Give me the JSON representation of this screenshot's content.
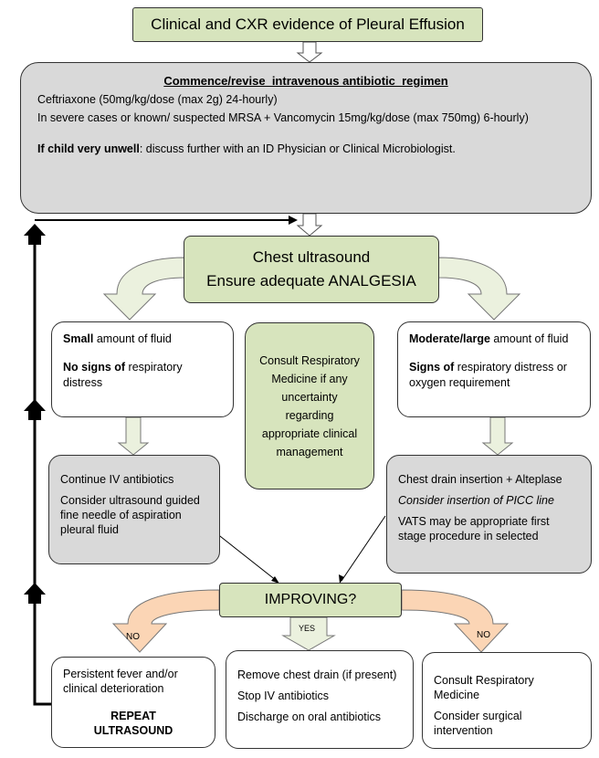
{
  "title": "Clinical and CXR evidence of Pleural Effusion",
  "antibiotic": {
    "heading": "Commence/revise  intravenous antibiotic  regimen",
    "line1": "Ceftriaxone (50mg/kg/dose (max 2g) 24-hourly)",
    "line2": "In severe cases or known/ suspected MRSA + Vancomycin 15mg/kg/dose (max 750mg) 6-hourly)",
    "line3_bold": "If child very unwell",
    "line3_rest": ": discuss further with an ID Physician or Clinical Microbiologist."
  },
  "ultrasound": {
    "line1": "Chest ultrasound",
    "line2": "Ensure adequate ANALGESIA"
  },
  "small": {
    "p1_bold": "Small",
    "p1_rest": " amount of fluid",
    "p2_bold": "No signs of",
    "p2_rest": " respiratory distress"
  },
  "consult_middle": "Consult Respiratory Medicine if any uncertainty regarding appropriate clinical management",
  "moderate": {
    "p1_bold": "Moderate/large",
    "p1_rest": " amount of fluid",
    "p2_bold": "Signs of",
    "p2_rest": " respiratory distress or oxygen requirement"
  },
  "continue_iv": {
    "p1": "Continue IV antibiotics",
    "p2": "Consider ultrasound guided fine needle of aspiration pleural fluid"
  },
  "chest_drain": {
    "p1": "Chest drain insertion + Alteplase",
    "p2": "Consider insertion of PICC line",
    "p3": "VATS may be appropriate first stage procedure in selected"
  },
  "improving": "IMPROVING?",
  "labels": {
    "no_left": "NO",
    "yes": "YES",
    "no_right": "NO"
  },
  "persistent": {
    "p1": "Persistent fever and/or clinical deterioration",
    "p2": "REPEAT ULTRASOUND"
  },
  "remove": {
    "p1": "Remove chest drain (if present)",
    "p2": "Stop IV antibiotics",
    "p3": "Discharge on oral antibiotics"
  },
  "consult_right": {
    "p1": "Consult Respiratory Medicine",
    "p2": "Consider surgical intervention"
  },
  "colors": {
    "green": "#d7e4bd",
    "grey": "#d9d9d9",
    "orange": "#fbd5b5",
    "arrow_green": "#ebf1de"
  }
}
